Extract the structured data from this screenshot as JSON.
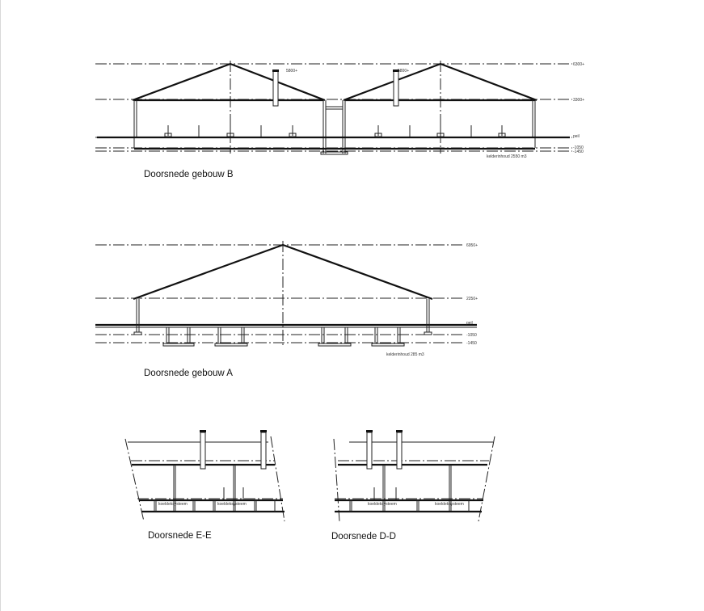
{
  "sections": [
    {
      "caption": "Doorsnede gebouw B",
      "levels": [
        "6300+",
        "3300+",
        "peil",
        "-1050",
        "-1450"
      ],
      "chimney_levels": [
        "5800+",
        "5800+"
      ],
      "volume_note": "kelderinhoud 2550 m3"
    },
    {
      "caption": "Doorsnede gebouw A",
      "levels": [
        "6950+",
        "2250+",
        "peil",
        "-1050",
        "-1450"
      ],
      "volume_note": "kelderinhoud 285 m3"
    },
    {
      "caption": "Doorsnede E-E",
      "labels": [
        "koeldeksysteem",
        "koeldeksysteem"
      ]
    },
    {
      "caption": "Doorsnede D-D",
      "labels": [
        "koeldeksysteem",
        "koeldeksysteem"
      ]
    }
  ]
}
